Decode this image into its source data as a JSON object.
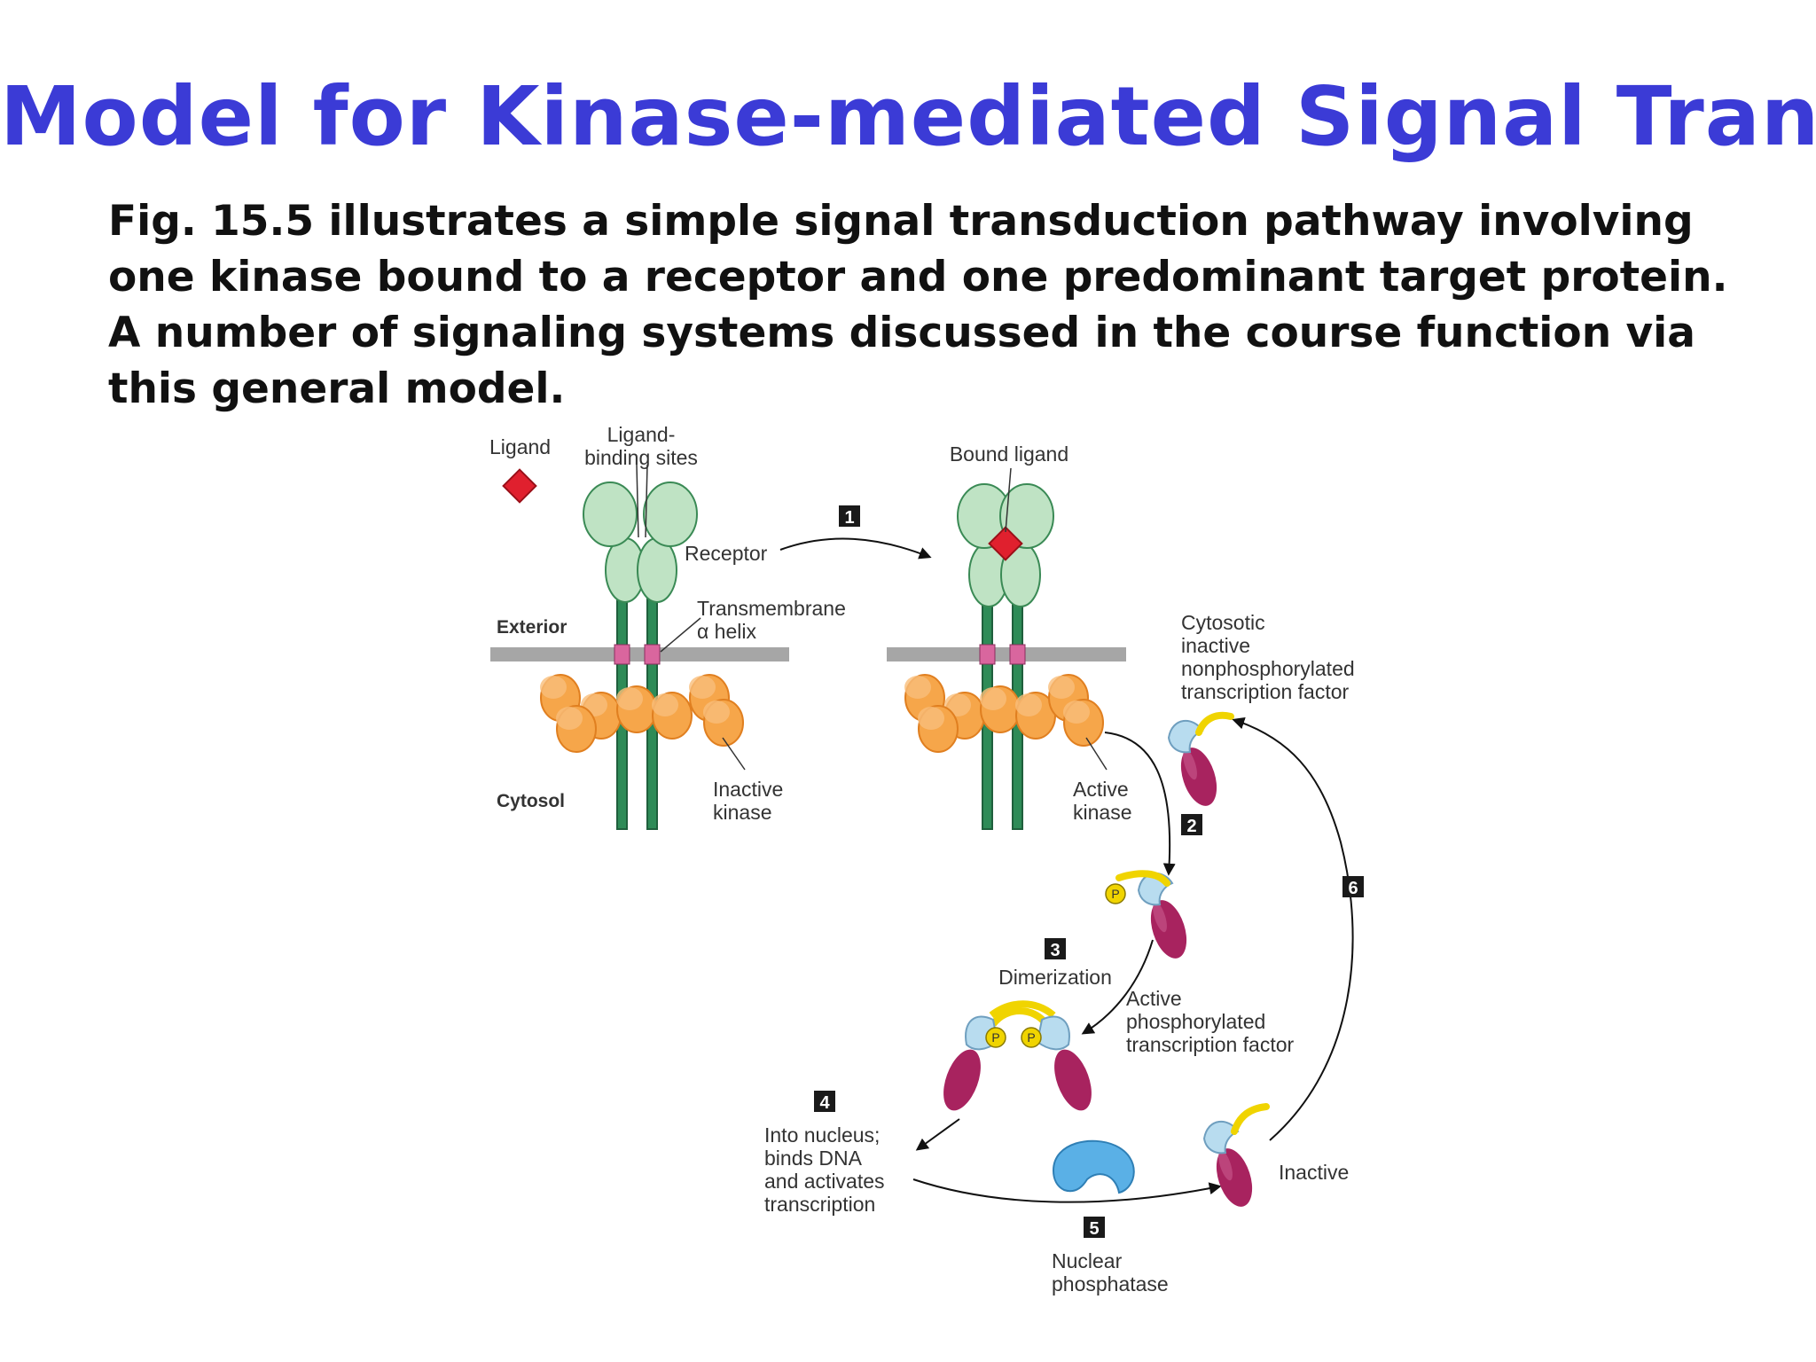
{
  "slide": {
    "title": "Model for Kinase-mediated Signal Trans.",
    "body": "Fig. 15.5 illustrates a simple signal transduction pathway involving one kinase bound to a receptor and one predominant target protein. A number of signaling systems discussed in the course function via this general model."
  },
  "figure": {
    "labels": {
      "ligand": "Ligand",
      "ligand_binding_sites_1": "Ligand-",
      "ligand_binding_sites_2": "binding sites",
      "receptor": "Receptor",
      "exterior": "Exterior",
      "cytosol": "Cytosol",
      "transmembrane_1": "Transmembrane",
      "transmembrane_2": "α helix",
      "inactive_kinase_1": "Inactive",
      "inactive_kinase_2": "kinase",
      "bound_ligand": "Bound ligand",
      "active_kinase_1": "Active",
      "active_kinase_2": "kinase",
      "cytosolic_tf_1": "Cytosotic",
      "cytosolic_tf_2": "inactive",
      "cytosolic_tf_3": "nonphosphorylated",
      "cytosolic_tf_4": "transcription factor",
      "dimerization": "Dimerization",
      "active_tf_1": "Active",
      "active_tf_2": "phosphorylated",
      "active_tf_3": "transcription factor",
      "nucleus_1": "Into nucleus;",
      "nucleus_2": "binds DNA",
      "nucleus_3": "and activates",
      "nucleus_4": "transcription",
      "inactive": "Inactive",
      "phosphatase_1": "Nuclear",
      "phosphatase_2": "phosphatase",
      "phospho": "P"
    },
    "steps": [
      "1",
      "2",
      "3",
      "4",
      "5",
      "6"
    ],
    "colors": {
      "title": "#3b3bd6",
      "receptor_domain": "#bfe3c4",
      "receptor_stalk": "#2e8b57",
      "membrane": "#a6a6a6",
      "tm_segment": "#d9669e",
      "kinase": "#f6a64a",
      "ligand": "#e0202e",
      "tf_body": "#a8235f",
      "tf_head": "#b8dcef",
      "tf_tail": "#f0d400",
      "phosphatase": "#5ab0e6",
      "step_box": "#1a1a1a"
    }
  }
}
